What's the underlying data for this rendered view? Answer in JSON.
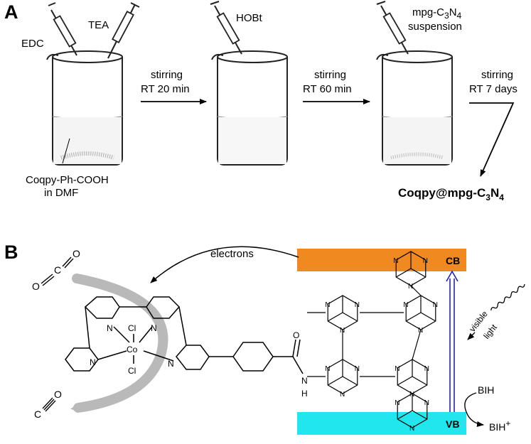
{
  "panel_a": {
    "label": "A",
    "reagent_1": "EDC",
    "reagent_2": "TEA",
    "reagent_3": "HOBt",
    "reagent_4_main": "mpg-C",
    "reagent_4_sub1": "3",
    "reagent_4_mid": "N",
    "reagent_4_sub2": "4",
    "reagent_4_line2": "suspension",
    "start_material_line1": "Coqpy-Ph-COOH",
    "start_material_line2": "in DMF",
    "step_1_line1": "stirring",
    "step_1_line2": "RT 20 min",
    "step_2_line1": "stirring",
    "step_2_line2": "RT 60 min",
    "step_3_line1": "stirring",
    "step_3_line2": "RT 7 days",
    "product_main": "Coqpy@mpg-C",
    "product_sub1": "3",
    "product_mid": "N",
    "product_sub2": "4"
  },
  "panel_b": {
    "label": "B",
    "electrons": "electrons",
    "cb": "CB",
    "vb": "VB",
    "visible": "visible",
    "light": "light",
    "donor": "BIH",
    "donor_ox": "BIH",
    "donor_ox_sup": "+",
    "cl": "Cl",
    "co_metal": "Co",
    "n": "N",
    "h": "H",
    "o": "O",
    "c": "C",
    "cb_color": "#f08a20",
    "vb_color": "#22e6ee",
    "transition_arrow_color": "#2323b4"
  }
}
